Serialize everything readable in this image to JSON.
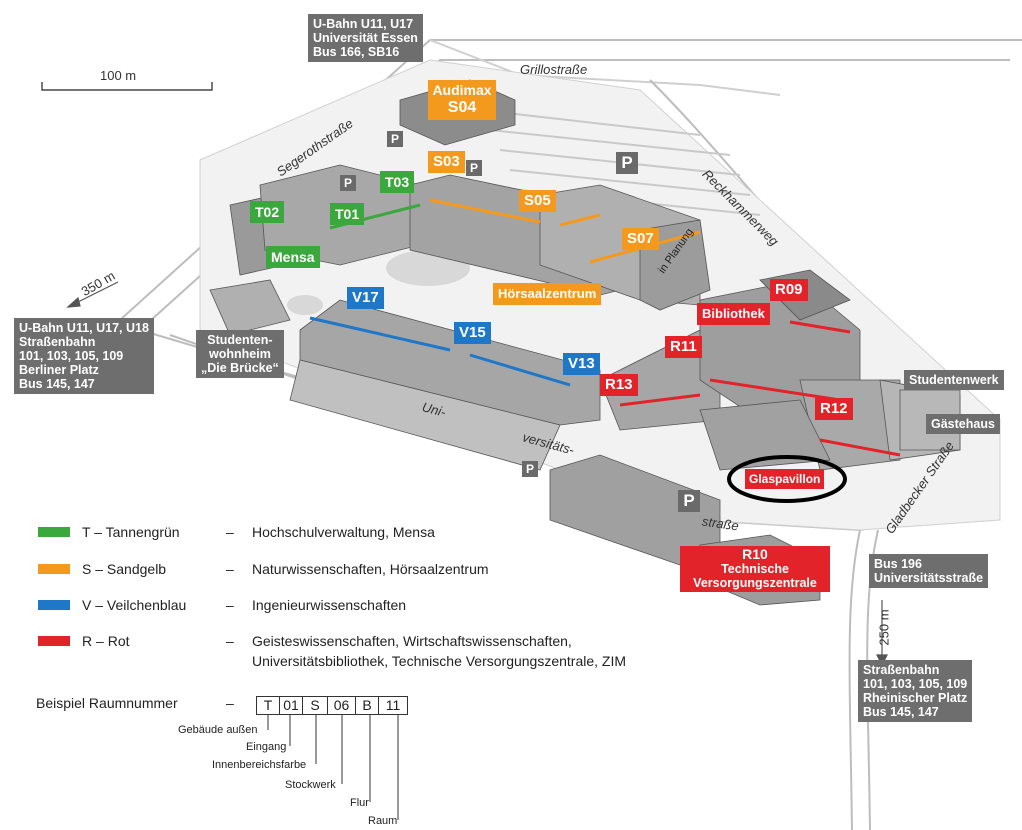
{
  "map": {
    "scale_label": "100 m",
    "buildings": [
      {
        "code": "T01",
        "color": "green"
      },
      {
        "code": "T02",
        "color": "green"
      },
      {
        "code": "T03",
        "color": "green"
      },
      {
        "code": "Mensa",
        "color": "green"
      },
      {
        "code": "Audimax",
        "color": "orange"
      },
      {
        "code": "S04",
        "color": "orange"
      },
      {
        "code": "S03",
        "color": "orange"
      },
      {
        "code": "S05",
        "color": "orange"
      },
      {
        "code": "S07",
        "color": "orange"
      },
      {
        "code": "Hörsaalzentrum",
        "color": "orange"
      },
      {
        "code": "V17",
        "color": "blue"
      },
      {
        "code": "V15",
        "color": "blue"
      },
      {
        "code": "V13",
        "color": "blue"
      },
      {
        "code": "R09",
        "color": "red"
      },
      {
        "code": "Bibliothek",
        "color": "red"
      },
      {
        "code": "R11",
        "color": "red"
      },
      {
        "code": "R13",
        "color": "red"
      },
      {
        "code": "R12",
        "color": "red"
      },
      {
        "code": "Glaspavillon",
        "color": "red"
      },
      {
        "code": "R10",
        "color": "red"
      },
      {
        "code": "Technische",
        "color": "red"
      },
      {
        "code": "Versorgungszentrale",
        "color": "red"
      }
    ],
    "other_labels": {
      "in_planung": "in Planung",
      "studentenwohnheim_1": "Studenten-",
      "studentenwohnheim_2": "wohnheim",
      "studentenwohnheim_3": "„Die Brücke“",
      "studentenwerk": "Studentenwerk",
      "gaestehaus": "Gästehaus"
    },
    "transit": {
      "top": [
        "U-Bahn U11, U17",
        "Universität Essen",
        "Bus 166, SB16"
      ],
      "left": [
        "U-Bahn U11, U17, U18",
        "Straßenbahn",
        "101, 103, 105, 109",
        "Berliner Platz",
        "Bus 145, 147"
      ],
      "right_mid": [
        "Bus 196",
        "Universitätsstraße"
      ],
      "right_bottom": [
        "Straßenbahn",
        "101, 103, 105, 109",
        "Rheinischer Platz",
        "Bus 145, 147"
      ]
    },
    "streets": {
      "grillostrasse": "Grillostraße",
      "segerothstrasse": "Segerothstraße",
      "reckhammerweg": "Reckhammerweg",
      "gladbecker": "Gladbecker Straße",
      "uni1": "Uni-",
      "uni2": "versitäts-",
      "uni3": "straße"
    },
    "distances": {
      "left": "350 m",
      "right": "250 m"
    },
    "parking": "P"
  },
  "legend": [
    {
      "letter": "T",
      "name": "Tannengrün",
      "desc": "Hochschulverwaltung, Mensa",
      "color": "#3aa83c"
    },
    {
      "letter": "S",
      "name": "Sandgelb",
      "desc": "Naturwissenschaften, Hörsaalzentrum",
      "color": "#f39a1e"
    },
    {
      "letter": "V",
      "name": "Veilchenblau",
      "desc": "Ingenieurwissenschaften",
      "color": "#1f77c8"
    },
    {
      "letter": "R",
      "name": "Rot",
      "desc": "Geisteswissenschaften, Wirtschaftswissenschaften,",
      "desc2": "Universitätsbibliothek, Technische Versorgungszentrale, ZIM",
      "color": "#e2232a"
    }
  ],
  "example": {
    "label": "Beispiel Raumnummer",
    "dash": "–",
    "parts": [
      "T",
      "01",
      "S",
      "06",
      "B",
      "11"
    ],
    "annotations": [
      "Gebäude außen",
      "Eingang",
      "Innenbereichsfarbe",
      "Stockwerk",
      "Flur",
      "Raum"
    ]
  }
}
